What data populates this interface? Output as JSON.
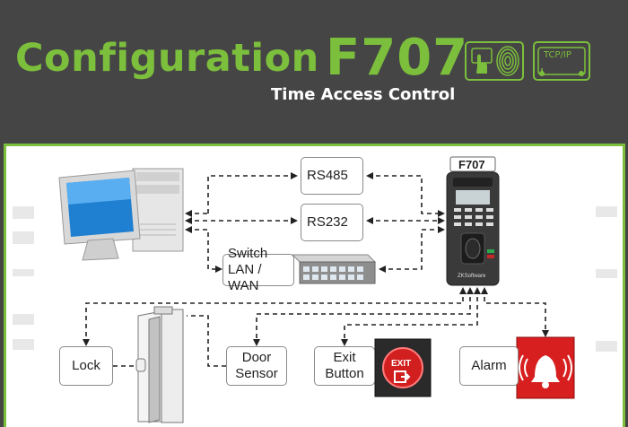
{
  "header": {
    "title": "Configuration",
    "model": "F707",
    "subtitle": "Time Access Control",
    "badge_protocol": "TCP/IP",
    "brand_color": "#7cbf3c"
  },
  "diagram": {
    "rs485": "RS485",
    "rs232": "RS232",
    "switch_line1": "Switch",
    "switch_line2": "LAN / WAN",
    "device_label": "F707",
    "device_brand": "ZKSoftware",
    "lock": "Lock",
    "door_sensor_line1": "Door",
    "door_sensor_line2": "Sensor",
    "exit_line1": "Exit",
    "exit_line2": "Button",
    "exit_sign": "EXIT",
    "alarm": "Alarm",
    "icons": [
      "computer-icon",
      "network-switch-icon",
      "door-icon",
      "exit-button-icon",
      "alarm-bell-icon",
      "fingerprint-keypad-icon",
      "touch-fingerprint-icon",
      "network-icon"
    ]
  }
}
